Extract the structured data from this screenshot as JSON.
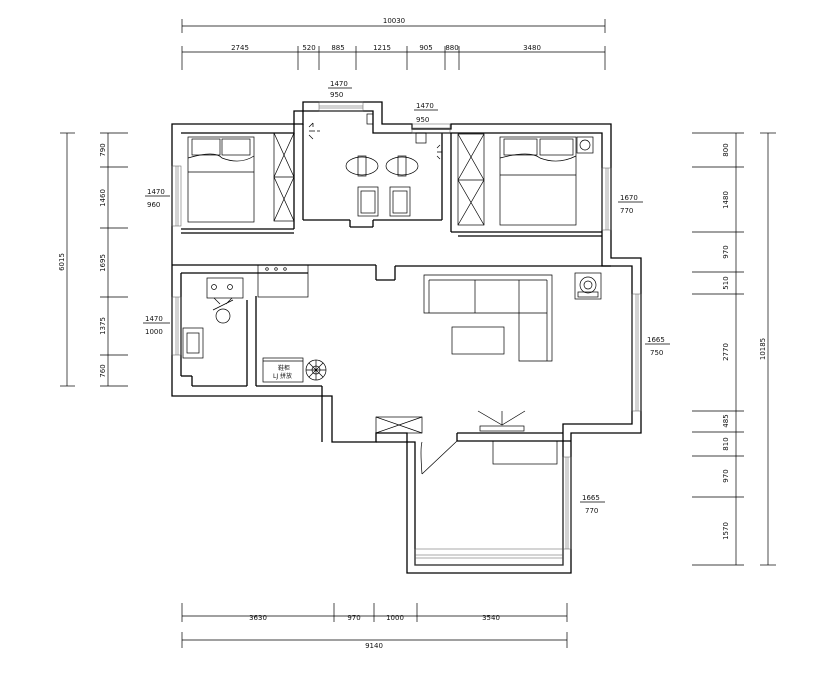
{
  "dimensions": {
    "top_total": "10030",
    "top_segments": [
      "2745",
      "520",
      "885",
      "1215",
      "905",
      "880",
      "3480"
    ],
    "bottom_segments": [
      "3630",
      "970",
      "1000",
      "3540"
    ],
    "bottom_total": "9140",
    "left_total": "6015",
    "left_segments": [
      "790",
      "1460",
      "1695",
      "1375",
      "760"
    ],
    "right_total": "10185",
    "right_segments": [
      "800",
      "1480",
      "970",
      "510",
      "2770",
      "485",
      "810",
      "970",
      "1570"
    ]
  },
  "windows": [
    {
      "top": "1470",
      "bottom": "950"
    },
    {
      "top": "1470",
      "bottom": "950"
    },
    {
      "top": "1470",
      "bottom": "960"
    },
    {
      "top": "1670",
      "bottom": "770"
    },
    {
      "top": "1470",
      "bottom": "1000"
    },
    {
      "top": "1665",
      "bottom": "750"
    },
    {
      "top": "1665",
      "bottom": "770"
    }
  ],
  "cabinet_label": {
    "line1": "鞋柜",
    "line2": "LJ 拼放"
  }
}
